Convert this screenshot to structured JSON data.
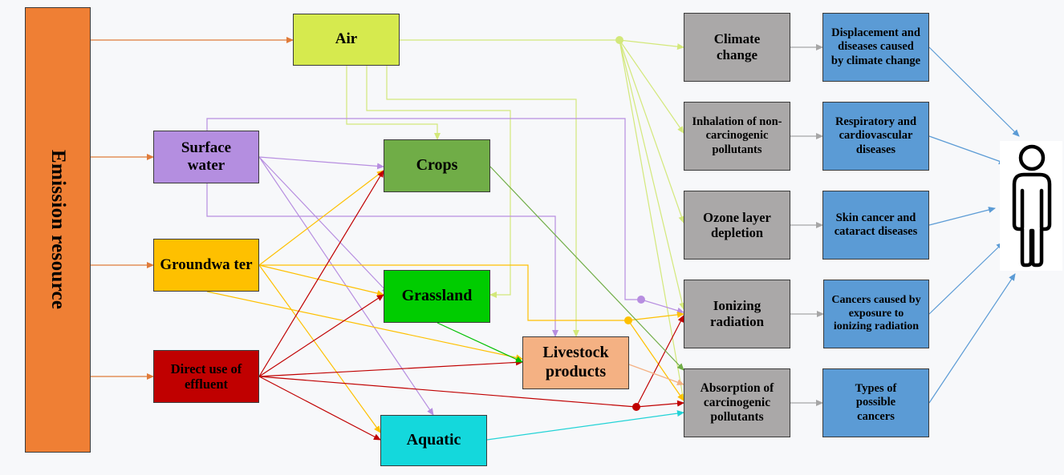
{
  "source": {
    "label": "Emission resource",
    "color": "#ef7f34"
  },
  "media": {
    "air": {
      "label": "Air",
      "color": "#d6ea4e"
    },
    "surface_water": {
      "label": "Surface water",
      "color": "#b48ee0"
    },
    "groundwater": {
      "label": "Groundwa ter",
      "color": "#fec000"
    },
    "direct_use": {
      "label": "Direct use of effluent",
      "color": "#c00000"
    }
  },
  "receptors": {
    "crops": {
      "label": "Crops",
      "color": "#70ad47"
    },
    "grassland": {
      "label": "Grassland",
      "color": "#00cc00"
    },
    "livestock": {
      "label": "Livestock products",
      "color": "#f4b183"
    },
    "aquatic": {
      "label": "Aquatic",
      "color": "#14d8dc"
    }
  },
  "effects": {
    "climate": {
      "label": "Climate change",
      "color": "#aaa8a8"
    },
    "inhalation": {
      "label": "Inhalation of non-carcinogenic pollutants",
      "color": "#aaa8a8"
    },
    "ozone": {
      "label": "Ozone layer depletion",
      "color": "#aaa8a8"
    },
    "ionizing": {
      "label": "Ionizing radiation",
      "color": "#aaa8a8"
    },
    "absorption": {
      "label": "Absorption of carcinogenic pollutants",
      "color": "#aaa8a8"
    }
  },
  "diseases": {
    "displacement": {
      "label": "Displacement and diseases caused by climate change",
      "color": "#5b9bd5"
    },
    "respiratory": {
      "label": "Respiratory and cardiovascular diseases",
      "color": "#5b9bd5"
    },
    "skin": {
      "label": "Skin cancer and cataract diseases",
      "color": "#5b9bd5"
    },
    "cancers_ionizing": {
      "label": "Cancers caused by exposure to ionizing radiation",
      "color": "#5b9bd5"
    },
    "possible_cancers": {
      "label": "Types of possible cancers",
      "color": "#5b9bd5"
    }
  },
  "icons": {
    "human": "person-icon"
  },
  "arrow_colors": {
    "emission": "#e07b39",
    "air": "#d3e87a",
    "surface_water": "#b78ee0",
    "groundwater": "#fec000",
    "direct_use": "#c00000",
    "crops": "#70ad47",
    "grassland": "#00c000",
    "livestock": "#f4b183",
    "aquatic": "#22d3d6",
    "effect_to_disease": "#a6a6a6",
    "disease_to_human": "#5b9bd5"
  }
}
